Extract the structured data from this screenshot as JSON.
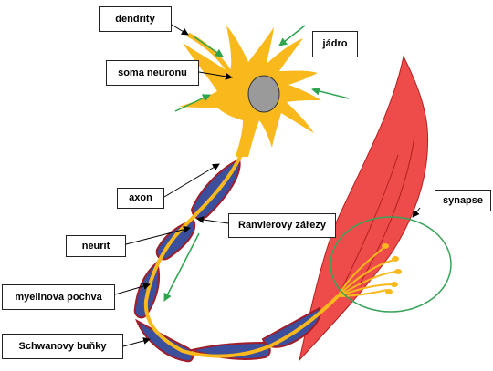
{
  "labels": {
    "dendrity": "dendrity",
    "jadro": "jádro",
    "soma": "soma neuronu",
    "axon": "axon",
    "ranvier": "Ranvierovy zářezy",
    "synapse": "synapse",
    "neurit": "neurit",
    "myelin": "myelinova pochva",
    "schwann": "Schwanovy buňky"
  },
  "colors": {
    "neuron": "#f9b91c",
    "nucleus": "#9a9a9a",
    "myelin": "#3b4f9c",
    "myelin_border": "#a01d2a",
    "muscle": "#ee4b4b",
    "muscle_edge": "#b32020",
    "arrow": "#2ea44f",
    "synapse_circle": "#3aa35a",
    "pointer": "#000000"
  }
}
